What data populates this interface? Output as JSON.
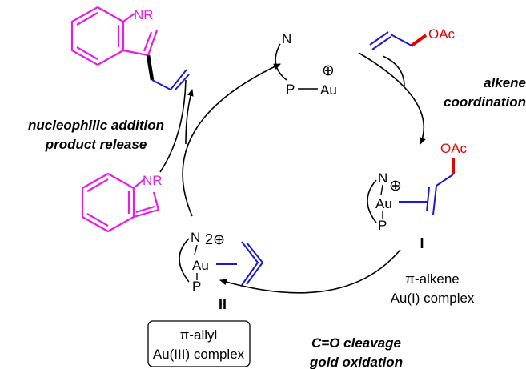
{
  "labels": {
    "catalyst_n": "N",
    "catalyst_p": "P",
    "catalyst_au": "Au",
    "charge_plus": "⊕",
    "reagent_oac": "OAc",
    "product_nr": "NR",
    "indole_nr": "NR",
    "int1_n": "N",
    "int1_p": "P",
    "int1_au": "Au",
    "int1_oac": "OAc",
    "int1_id": "I",
    "int2_n": "N",
    "int2_p": "P",
    "int2_au": "Au",
    "int2_charge": "2⊕",
    "int2_id": "II"
  },
  "steps": {
    "alkene_line1": "alkene",
    "alkene_line2": "coordination",
    "nuc_line1": "nucleophilic addition",
    "nuc_line2": "product release",
    "co_line1": "C=O cleavage",
    "co_line2": "gold oxidation"
  },
  "descriptions": {
    "int1_line1": "π-alkene",
    "int1_line2": "Au(I) complex",
    "int2_line1": "π-allyl",
    "int2_line2": "Au(III) complex"
  },
  "colors": {
    "magenta": "#e81ce8",
    "blue": "#1a1acc",
    "red": "#e60000",
    "black": "#000000"
  }
}
